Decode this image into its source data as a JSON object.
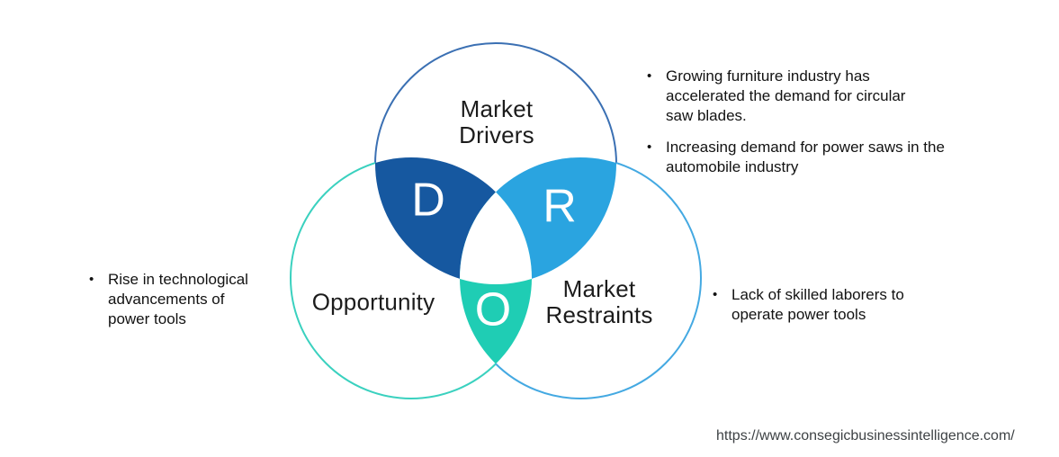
{
  "diagram": {
    "drivers": {
      "label": "Market\nDrivers",
      "letter": "D"
    },
    "opportunity": {
      "label": "Opportunity",
      "letter": "O"
    },
    "restraints": {
      "label": "Market\nRestraints",
      "letter": "R"
    },
    "colors": {
      "drivers_lens": "#1658A0",
      "restraints_lens": "#2AA4E0",
      "opportunity_lens": "#1FCDB4",
      "drivers_circle_stroke": "#3B70B3",
      "opportunity_circle_stroke": "#3AD1BF",
      "restraints_circle_stroke": "#44A9E2",
      "center_fill": "#FFFFFF"
    }
  },
  "annotations": {
    "drivers": {
      "items": [
        {
          "bullet": "•",
          "text": "Growing furniture industry has\naccelerated the demand for circular\nsaw blades."
        },
        {
          "bullet": "•",
          "text": "Increasing demand for power saws in the\nautomobile industry"
        }
      ]
    },
    "opportunity": {
      "items": [
        {
          "bullet": "•",
          "text": "Rise in technological\nadvancements of\npower tools"
        }
      ]
    },
    "restraints": {
      "items": [
        {
          "bullet": "•",
          "text": "Lack of skilled laborers to\noperate power tools"
        }
      ]
    }
  },
  "footer": {
    "url": "https://www.consegicbusinessintelligence.com/"
  }
}
